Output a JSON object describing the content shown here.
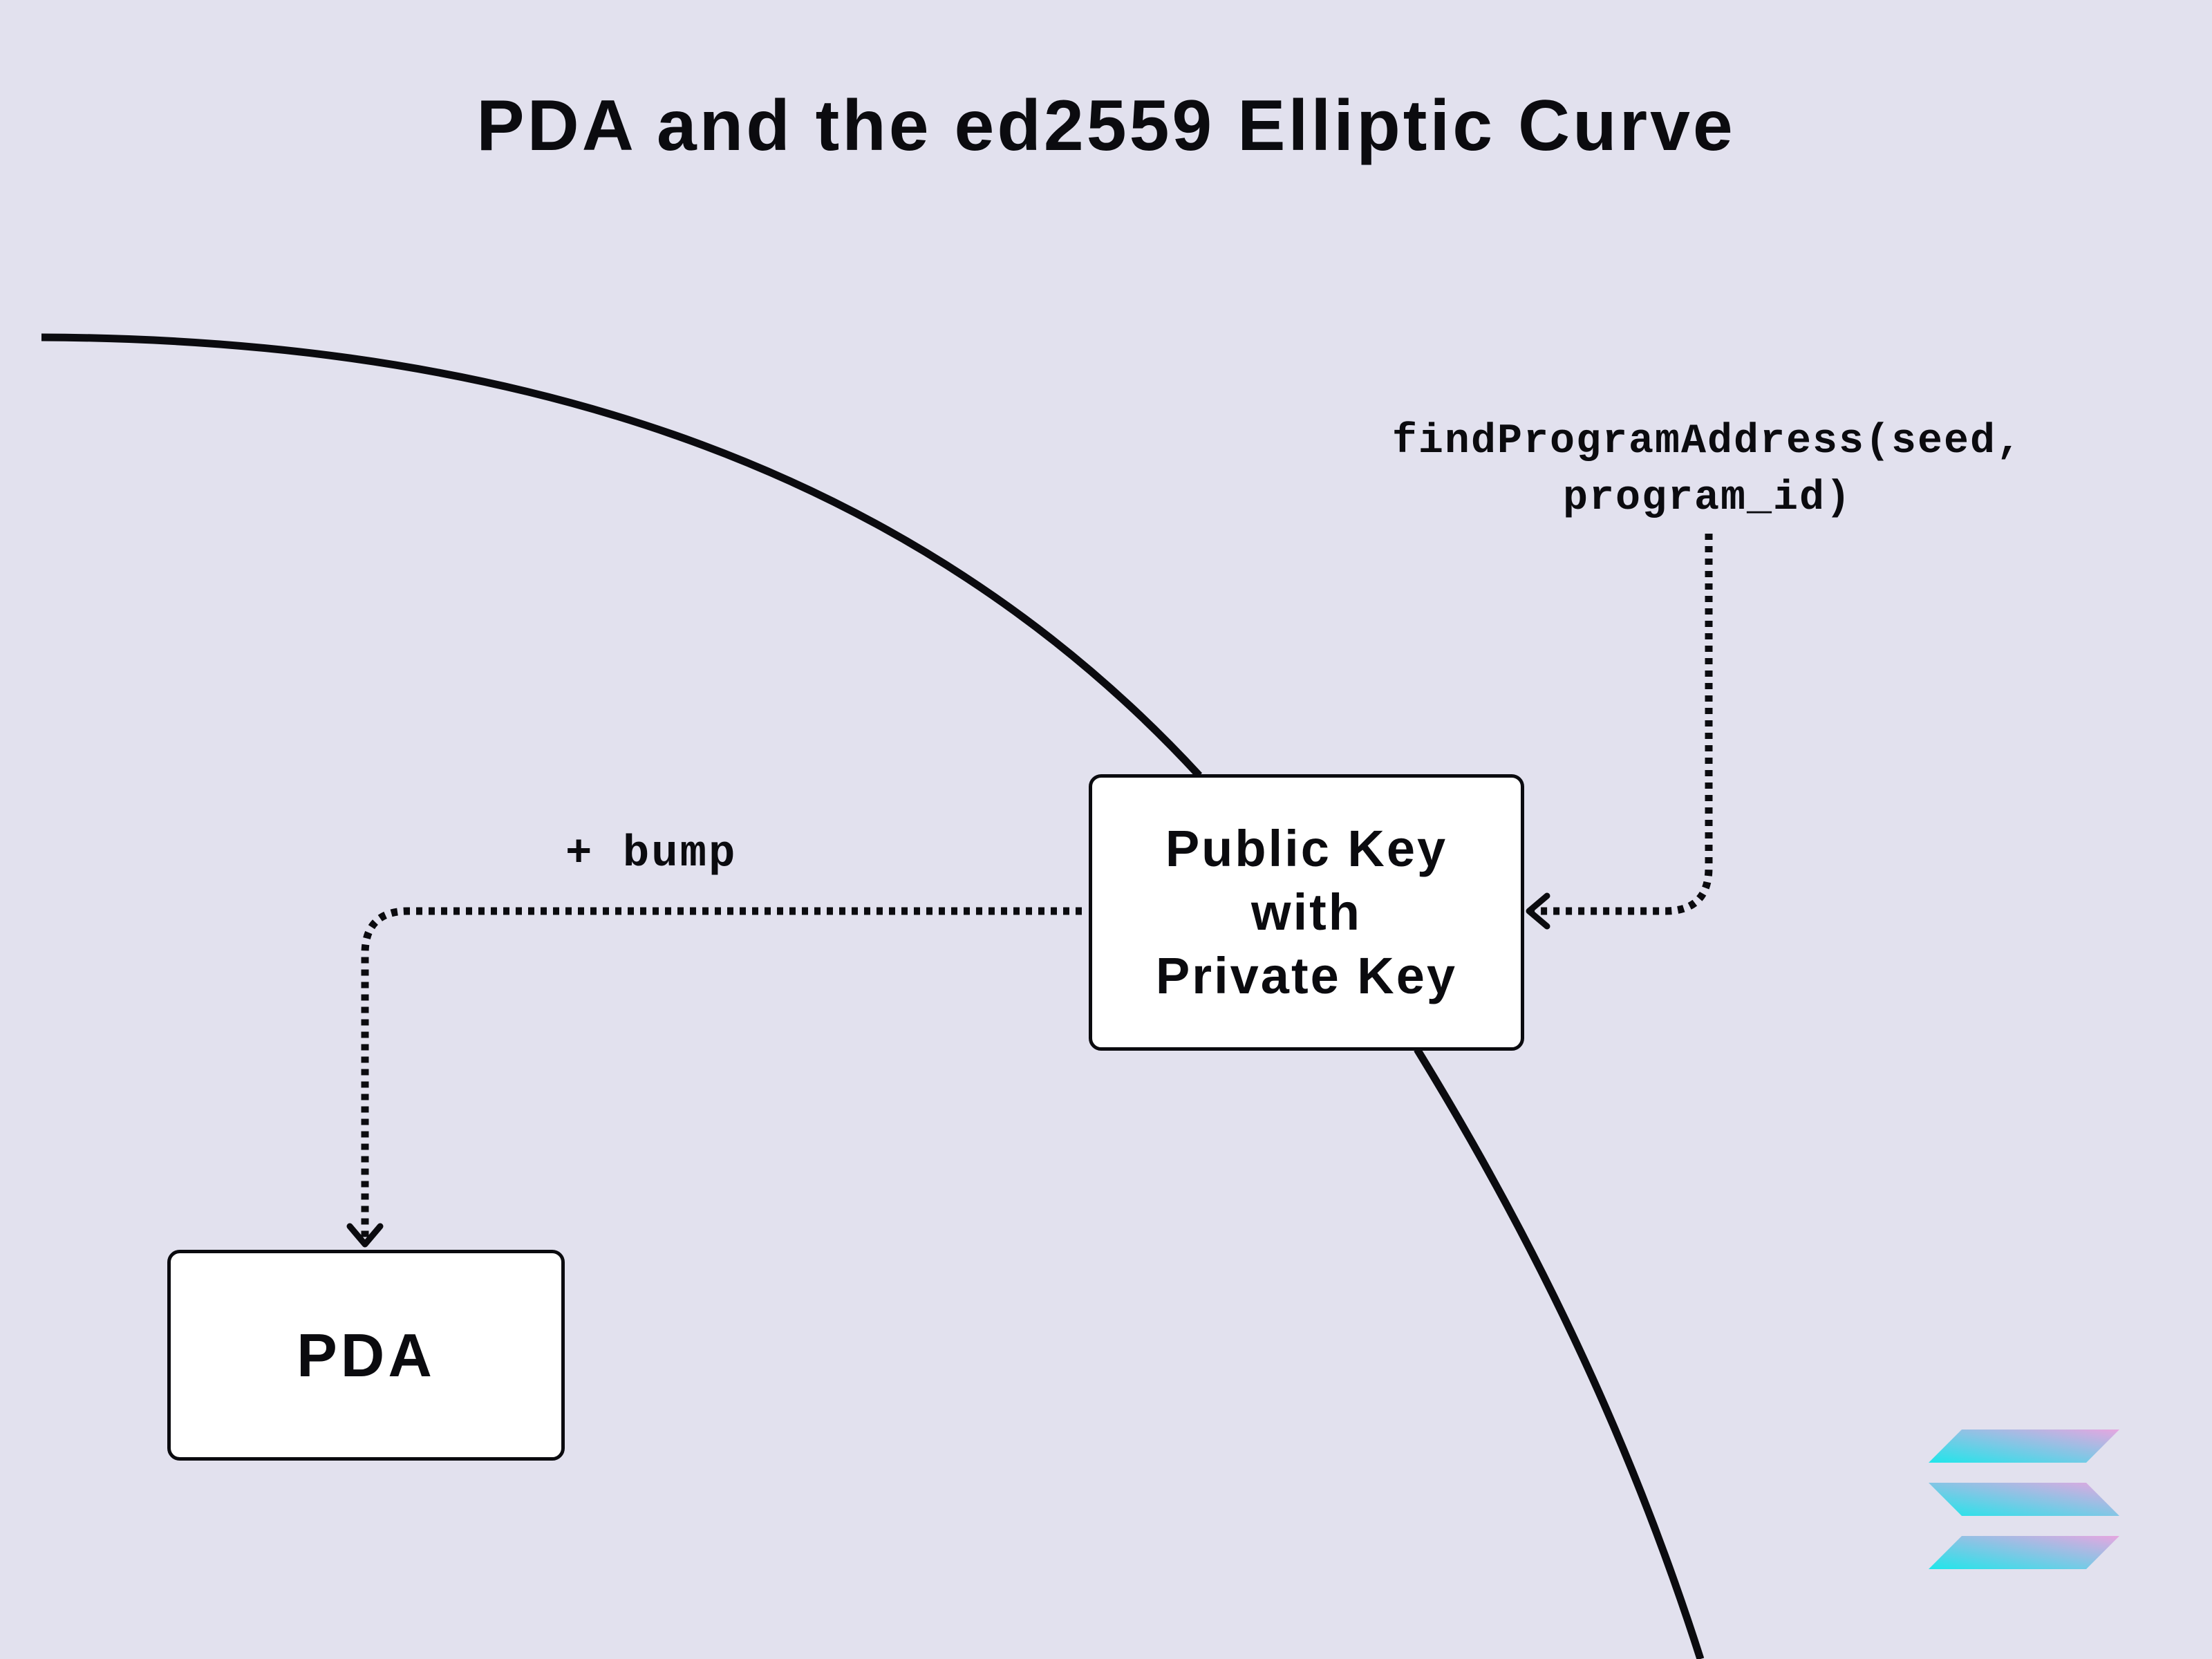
{
  "diagram": {
    "title": "PDA and the ed2559 Elliptic Curve",
    "nodes": {
      "public_key": {
        "lines": [
          "Public Key",
          "with",
          "Private Key"
        ]
      },
      "pda": {
        "label": "PDA"
      }
    },
    "edges": {
      "find_program_address": {
        "label_lines": [
          "findProgramAddress(seed,",
          "program_id)"
        ],
        "from": "findProgramAddress label",
        "to": "public_key",
        "style": "dotted"
      },
      "bump": {
        "label": "+ bump",
        "from": "public_key",
        "to": "pda",
        "style": "dotted"
      }
    },
    "curve": {
      "name": "ed2559 elliptic curve",
      "style": "solid"
    }
  },
  "logo": {
    "icon": "solana-logo-icon",
    "gradient_start": "#1fe6ea",
    "gradient_end": "#e7a6e0"
  },
  "colors": {
    "background": "#e2e1ee",
    "ink": "#0b0b0f",
    "box_fill": "#ffffff"
  }
}
